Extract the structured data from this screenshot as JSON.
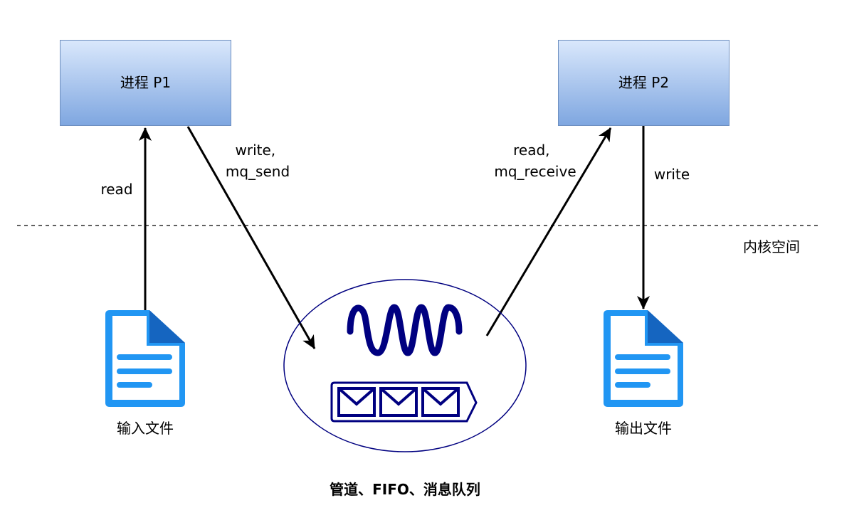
{
  "process_left": {
    "label": "进程 P1"
  },
  "process_right": {
    "label": "进程 P2"
  },
  "arrows": {
    "read_left": "read",
    "write_send": [
      "write,",
      "mq_send"
    ],
    "read_receive": [
      "read,",
      "mq_receive"
    ],
    "write_right": "write"
  },
  "kernel": {
    "label": "内核空间"
  },
  "files": {
    "input": "输入文件",
    "output": "输出文件"
  },
  "ipc": {
    "caption": "管道、FIFO、消息队列"
  },
  "colors": {
    "box_top": "#dae8fc",
    "box_bottom": "#7ea6e0",
    "box_stroke": "#6c8ebf",
    "file_blue": "#2196f3",
    "file_fold": "#1565c0",
    "ipc_navy": "#000080"
  },
  "icons": [
    "file-icon",
    "wave-icon",
    "message-queue-icon",
    "envelope-icon"
  ]
}
